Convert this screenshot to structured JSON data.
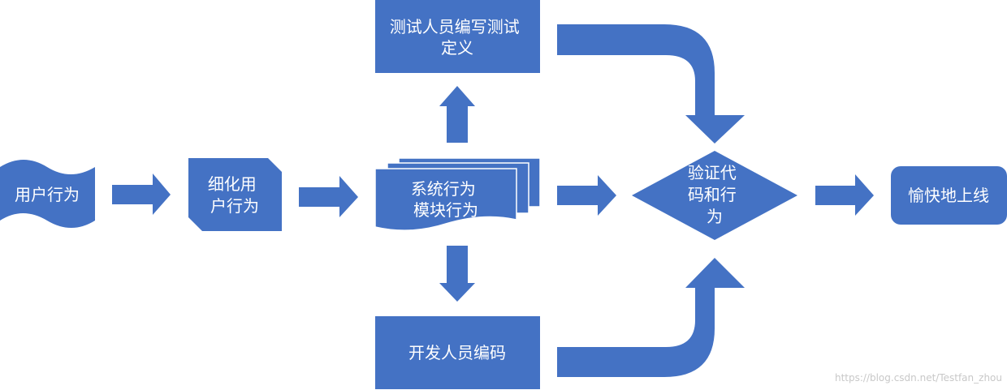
{
  "colors": {
    "shape_fill": "#4472c4",
    "text": "#ffffff",
    "watermark": "#c8c8c8"
  },
  "nodes": {
    "user_behavior": {
      "lines": [
        "用户行为"
      ]
    },
    "refine_behavior": {
      "lines": [
        "细化用",
        "户行为"
      ]
    },
    "system_behavior": {
      "lines": [
        "系统行为",
        "模块行为"
      ]
    },
    "tester_define": {
      "lines": [
        "测试人员编写测试",
        "定义"
      ]
    },
    "dev_code": {
      "lines": [
        "开发人员编码"
      ]
    },
    "verify": {
      "lines": [
        "验证代",
        "码和行",
        "为"
      ]
    },
    "release": {
      "lines": [
        "愉快地上线"
      ]
    }
  },
  "watermark": "https://blog.csdn.net/Testfan_zhou"
}
